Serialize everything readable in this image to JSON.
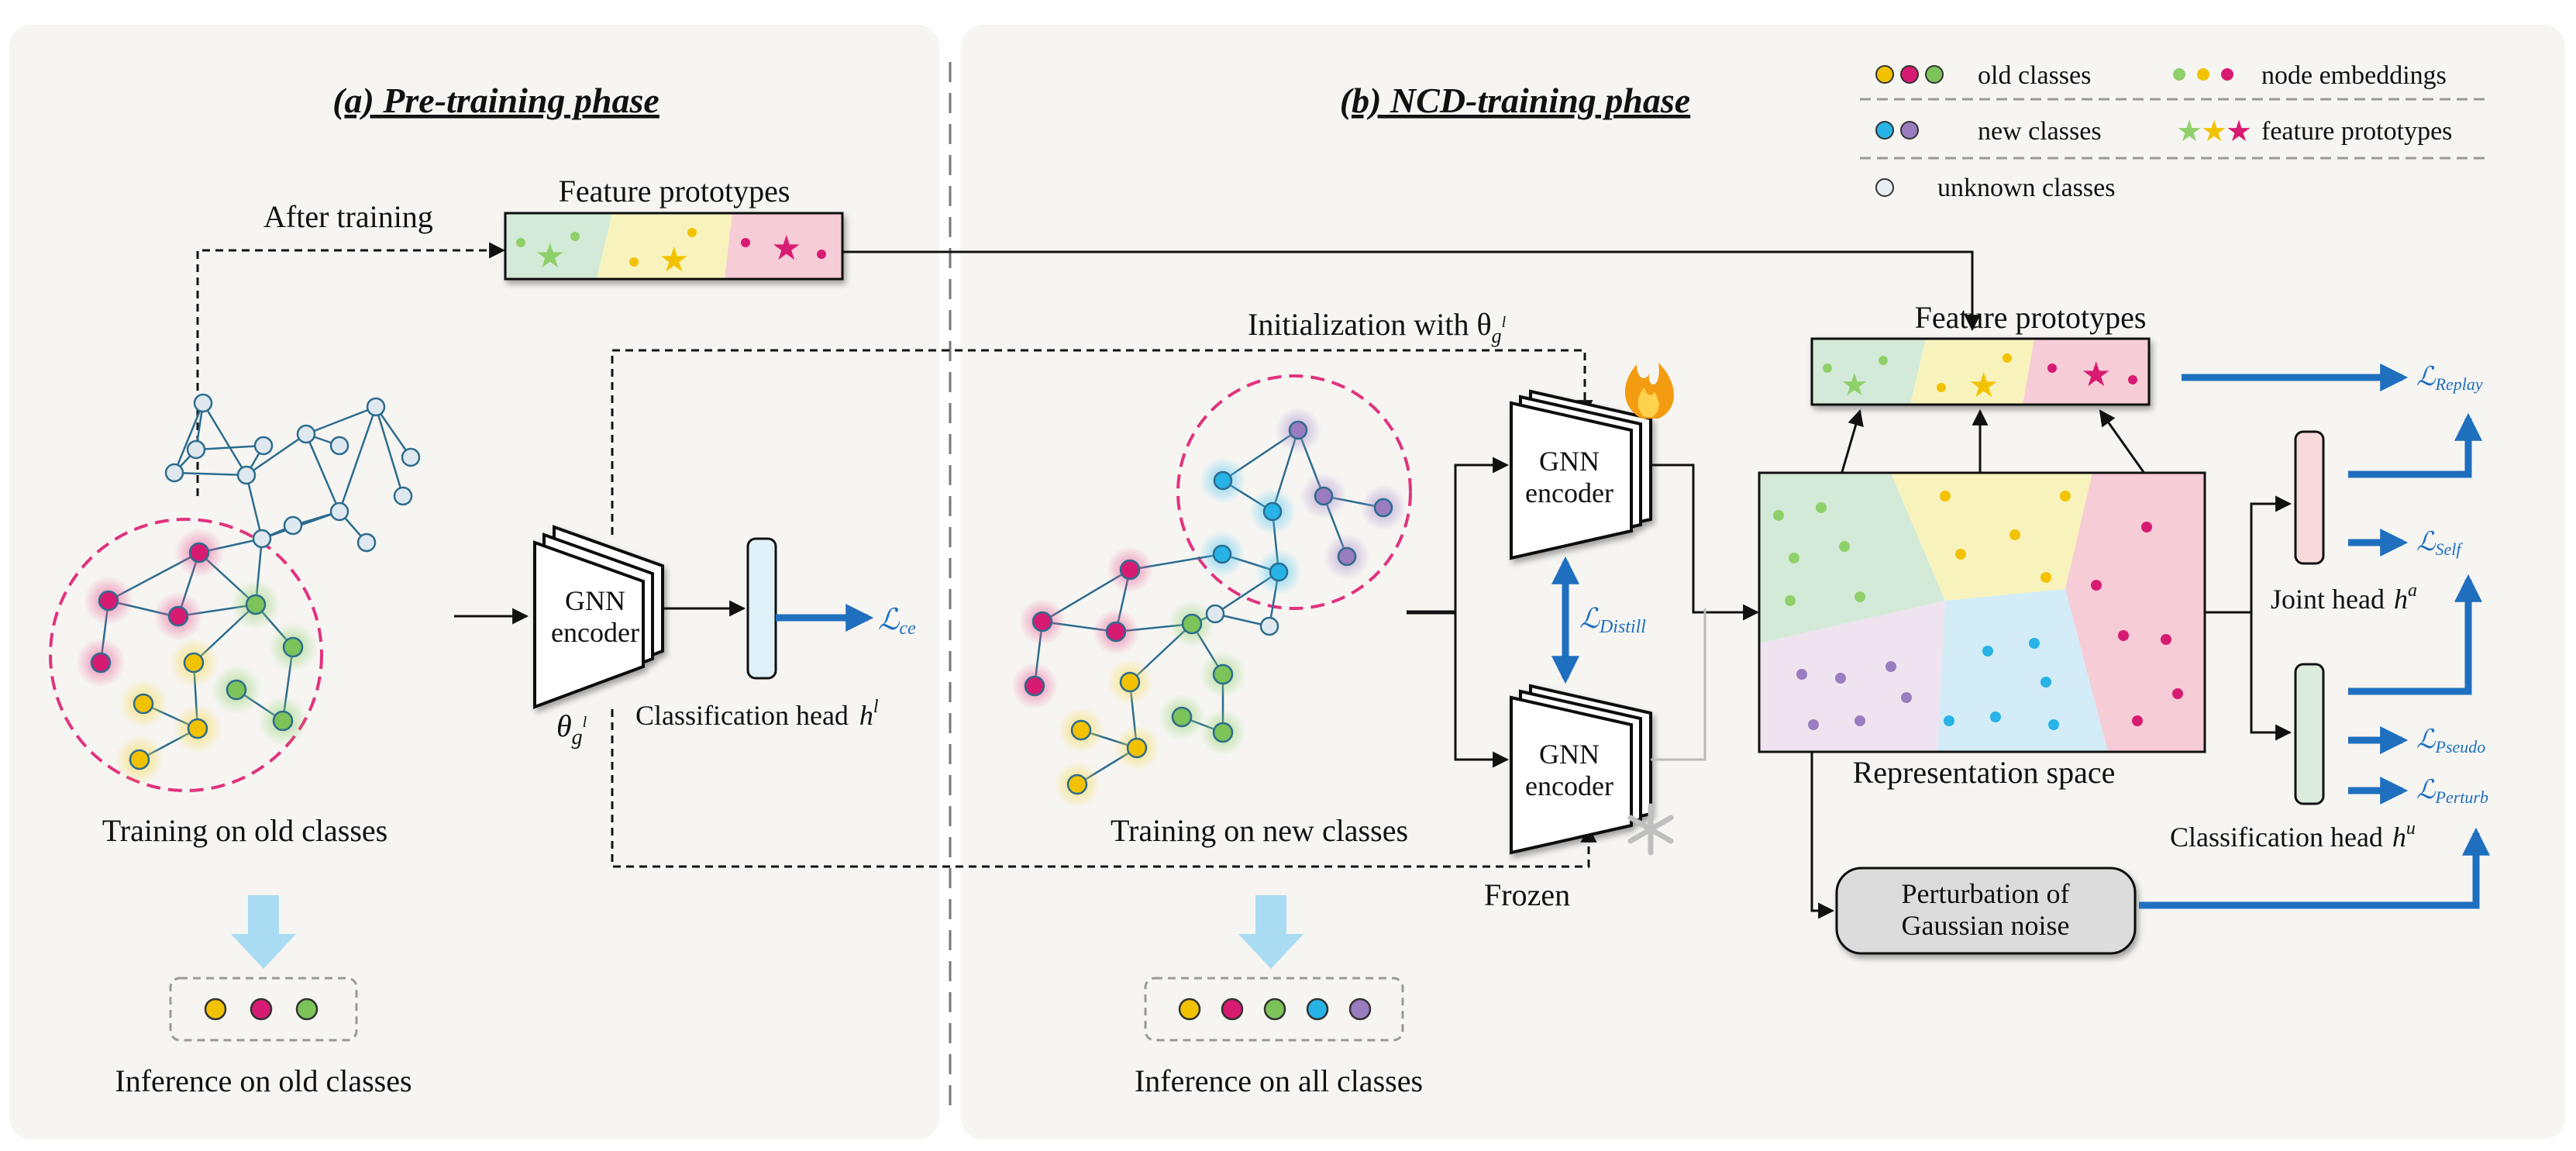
{
  "phase_a": {
    "title": "(a) Pre-training phase",
    "after_training": "After training",
    "feature_prototypes": "Feature prototypes",
    "training_caption": "Training on old classes",
    "inference_caption": "Inference on old classes",
    "encoder_line1": "GNN",
    "encoder_line2": "encoder",
    "theta": "θ",
    "theta_sub": "g",
    "theta_sup": "l",
    "cls_head": "Classification head",
    "cls_head_sym": "h",
    "cls_head_sup": "l",
    "loss_ce": "ℒ",
    "loss_ce_sub": "ce"
  },
  "phase_b": {
    "title": "(b) NCD-training phase",
    "init_text": "Initialization with θ",
    "init_sub": "g",
    "init_sup": "l",
    "training_caption": "Training on new classes",
    "inference_caption": "Inference on all classes",
    "encoder_line1": "GNN",
    "encoder_line2": "encoder",
    "frozen": "Frozen",
    "distill_sym": "ℒ",
    "distill_sub": "Distill",
    "feature_prototypes": "Feature prototypes",
    "representation_space": "Representation space",
    "perturb_line1": "Perturbation of",
    "perturb_line2": "Gaussian noise",
    "joint_head": "Joint head",
    "joint_head_sym": "h",
    "joint_head_sup": "a",
    "cls_head": "Classification head",
    "cls_head_sym": "h",
    "cls_head_sup": "u",
    "loss_symbol": "ℒ",
    "losses": [
      "Replay",
      "Self",
      "Pseudo",
      "Perturb"
    ]
  },
  "legend": {
    "old_classes": "old classes",
    "node_embeddings": "node embeddings",
    "new_classes": "new classes",
    "feature_prototypes": "feature prototypes",
    "unknown_classes": "unknown classes"
  },
  "colors": {
    "yellow": "#f2c200",
    "magenta": "#d81b72",
    "green": "#7cc35a",
    "cyan": "#27b3e6",
    "purple": "#9a7cc0",
    "unknown": "#cfdbe6",
    "accent_blue": "#1f6fbf",
    "panel_bg": "#f6f5f2"
  }
}
